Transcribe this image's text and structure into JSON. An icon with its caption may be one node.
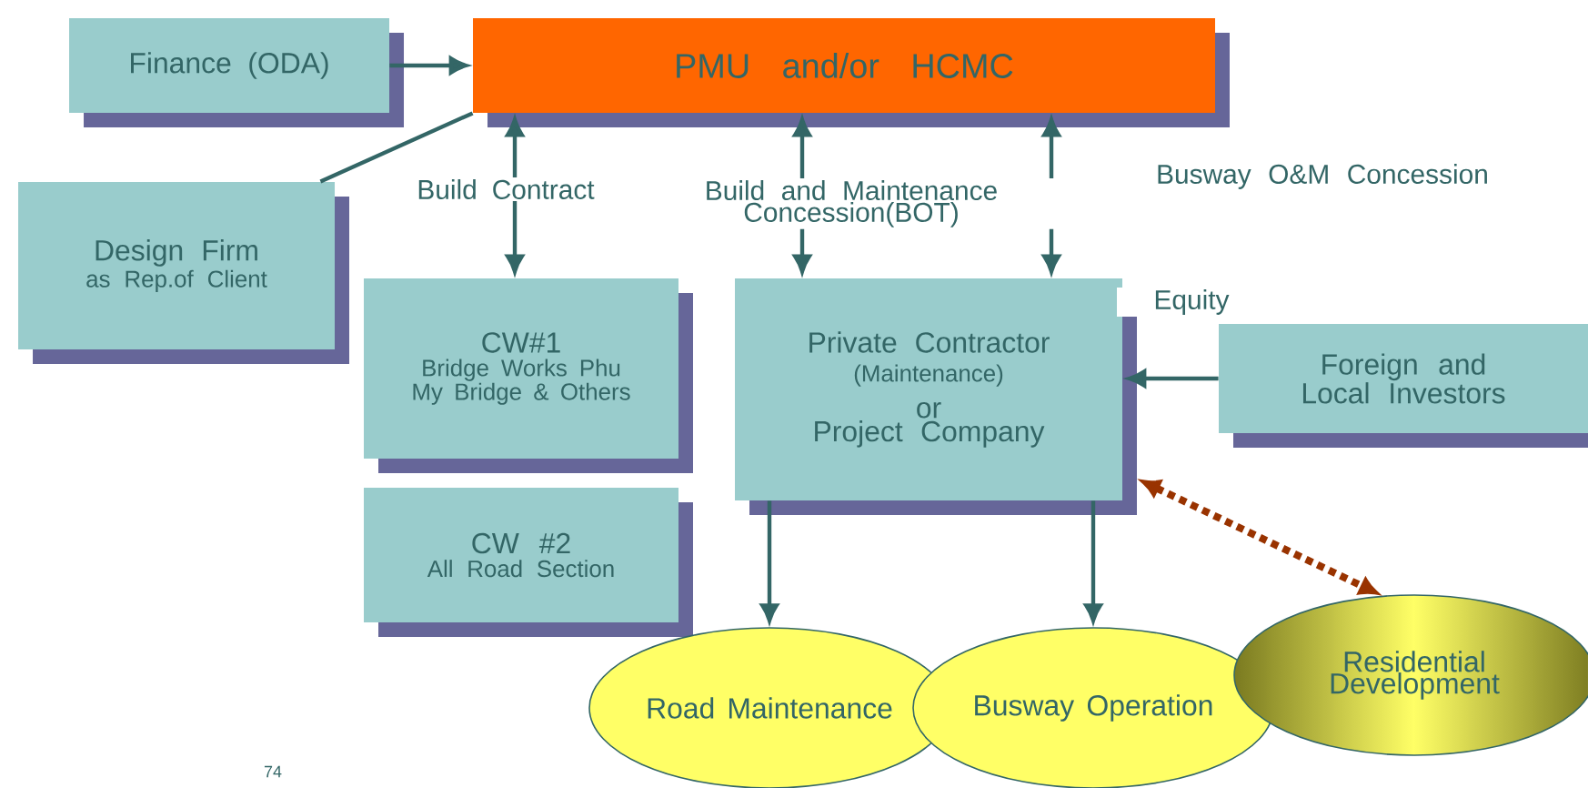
{
  "diagram": {
    "nodes": [
      {
        "text": [
          "PMU and/or HCMC"
        ]
      },
      {
        "text": [
          "Finance (ODA)"
        ]
      },
      {
        "text": [
          "Design Firm",
          "as Rep.of Client"
        ]
      },
      {
        "text": [
          "CW#1",
          "Bridge Works Phu My Bridge & Others"
        ]
      },
      {
        "text": [
          "CW #2",
          "All Road Section"
        ]
      },
      {
        "text": [
          "Private Contractor",
          "(Maintenance)",
          "or",
          "Project Company"
        ]
      },
      {
        "text": [
          "Foreign and Local Investors"
        ]
      },
      {
        "text": [
          "Road Maintenance"
        ]
      },
      {
        "text": [
          "Busway Operation"
        ]
      },
      {
        "text": [
          "Residential Development"
        ]
      }
    ],
    "edges": [
      {
        "from": 1,
        "to": 0,
        "arrow": "to"
      },
      {
        "from": 2,
        "to": 0,
        "arrow": "none"
      },
      {
        "from": 0,
        "to": 3,
        "arrow": "both",
        "label": "Build Contract"
      },
      {
        "from": 0,
        "to": 5,
        "arrow": "both",
        "label": "Build and Maintenance Concession(BOT)"
      },
      {
        "from": 0,
        "to": 5,
        "arrow": "both",
        "label": "Busway O&M Concession"
      },
      {
        "from": 6,
        "to": 5,
        "arrow": "to",
        "label": "Equity"
      },
      {
        "from": 5,
        "to": 7,
        "arrow": "to"
      },
      {
        "from": 5,
        "to": 8,
        "arrow": "to"
      },
      {
        "from": 5,
        "to": 9,
        "arrow": "both",
        "style": "dashed",
        "color": "#993300"
      }
    ],
    "labels": [
      "74"
    ]
  }
}
